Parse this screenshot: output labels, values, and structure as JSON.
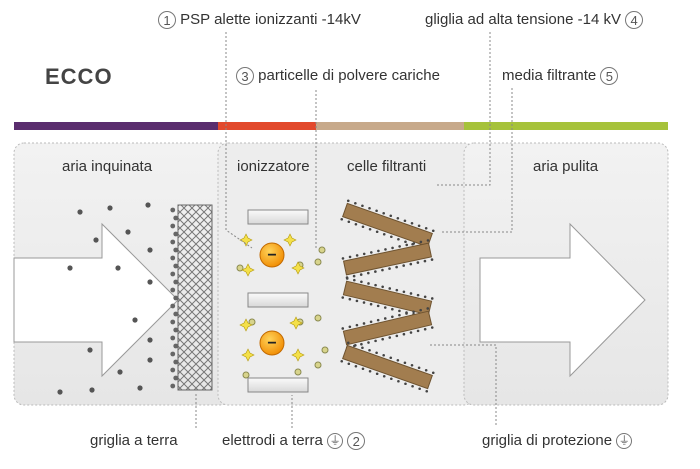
{
  "brand": "ECCO",
  "colors": {
    "bar_purple": "#5a2d6e",
    "bar_red": "#e2492c",
    "bar_tan": "#c7a98a",
    "bar_green": "#a6c23a",
    "charge_orange": "#f0a000",
    "spark_yellow": "#f4e04a",
    "filter_brown": "#a27d4f"
  },
  "zones": {
    "dirty": "aria inquinata",
    "ionizer": "ionizzatore",
    "filter": "celle filtranti",
    "clean": "aria pulita"
  },
  "callouts": {
    "c1": {
      "number": "1",
      "text": "PSP alette ionizzanti -14kV"
    },
    "c2": {
      "number": "2",
      "text": "elettrodi a terra"
    },
    "c3": {
      "number": "3",
      "text": "particelle di polvere cariche"
    },
    "c4": {
      "number": "4",
      "text": "gliglia ad alta tensione -14 kV"
    },
    "c5": {
      "number": "5",
      "text": "media filtrante"
    }
  },
  "bottom_labels": {
    "ground_grid": "griglia a terra",
    "protection_grid": "griglia di protezione"
  },
  "charge_symbol": "−",
  "ground_symbol": "⏚"
}
